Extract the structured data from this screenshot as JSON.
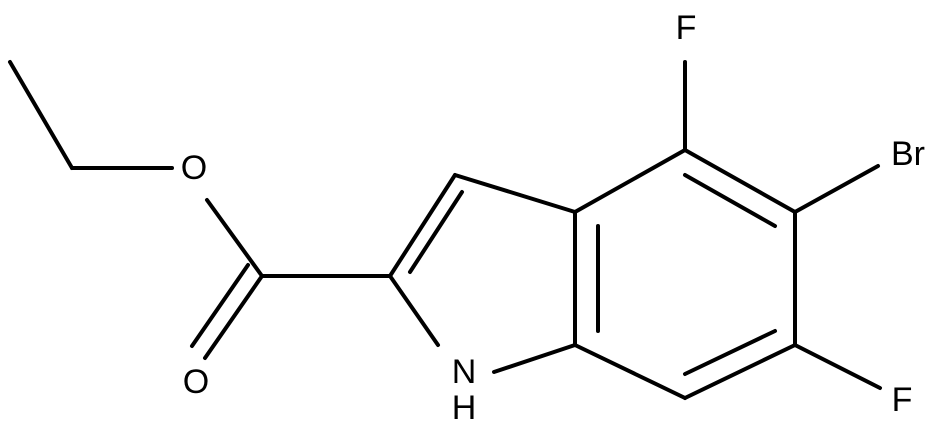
{
  "molecule": {
    "atoms": {
      "F_top": "F",
      "Br": "Br",
      "F_bottom": "F",
      "O_ester": "O",
      "O_carbonyl": "O",
      "NH": "N",
      "H": "H"
    }
  }
}
